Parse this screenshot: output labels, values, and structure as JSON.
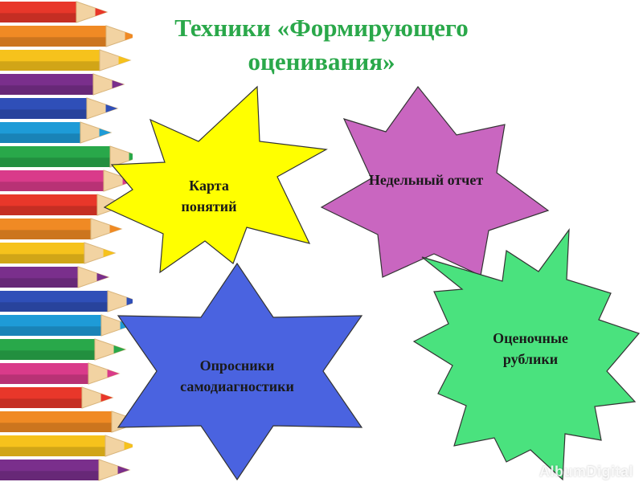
{
  "slide": {
    "title_line1": "Техники «Формирующего",
    "title_line2": "оценивания»",
    "title_color": "#2aa84a"
  },
  "stars": [
    {
      "label_line1": "Карта",
      "label_line2": "понятий",
      "fill": "#ffff00"
    },
    {
      "label_line1": "Недельный отчет",
      "label_line2": "",
      "fill": "#c966c0"
    },
    {
      "label_line1": "Опросники",
      "label_line2": "самодиагностики",
      "fill": "#4a63e0"
    },
    {
      "label_line1": "Оценочные",
      "label_line2": "рублики",
      "fill": "#4ae27e"
    }
  ],
  "decoration": {
    "pencil_colors": [
      "#e8372a",
      "#f08a24",
      "#f6c21c",
      "#7a2f8c",
      "#2f4fb8",
      "#1e9bd7",
      "#29a84a",
      "#d93b8a"
    ]
  },
  "watermark": "AlbumDigital"
}
